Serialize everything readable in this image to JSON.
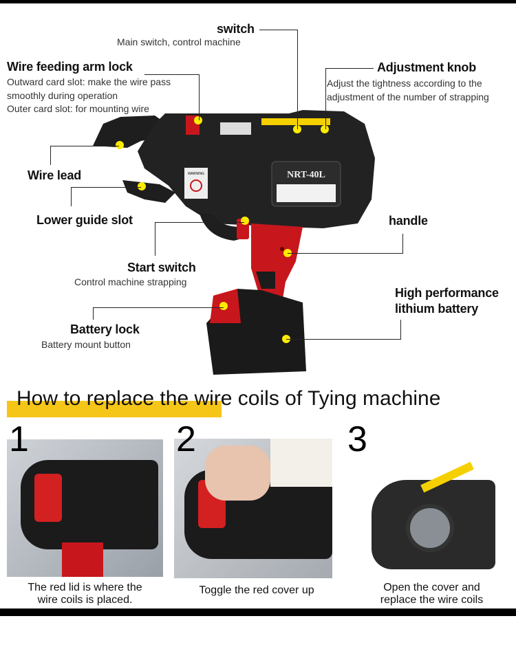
{
  "labels": {
    "switch": {
      "title": "switch",
      "desc": "Main switch, control machine"
    },
    "wire_feeding_arm_lock": {
      "title": "Wire feeding arm lock",
      "desc": [
        "Outward card slot: make the wire pass",
        "smoothly during operation",
        "Outer card slot: for mounting wire"
      ]
    },
    "adjustment_knob": {
      "title": "Adjustment knob",
      "desc": [
        "Adjust the tightness according to the",
        "adjustment of the number of strapping"
      ]
    },
    "wire_lead": {
      "title": "Wire lead"
    },
    "lower_guide_slot": {
      "title": "Lower guide slot"
    },
    "handle": {
      "title": "handle"
    },
    "start_switch": {
      "title": "Start switch",
      "desc": "Control machine strapping"
    },
    "battery": {
      "title": [
        "High performance",
        "lithium battery"
      ]
    },
    "battery_lock": {
      "title": "Battery lock",
      "desc": "Battery mount button"
    }
  },
  "product": {
    "model_label": "NRT-40L",
    "warning_label": "WARNING"
  },
  "section": {
    "heading": "How to replace the wire coils of Tying machine",
    "steps": [
      {
        "number": "1",
        "caption": [
          "The red lid is where the",
          "wire coils is placed."
        ]
      },
      {
        "number": "2",
        "caption": [
          "Toggle the red cover up"
        ]
      },
      {
        "number": "3",
        "caption": [
          "Open the cover and",
          "replace the wire coils"
        ]
      }
    ]
  },
  "colors": {
    "accent_yellow": "#f5c518",
    "marker_yellow": "#ffeb00",
    "tool_red": "#c8161d",
    "tool_black": "#1c1c1c"
  }
}
